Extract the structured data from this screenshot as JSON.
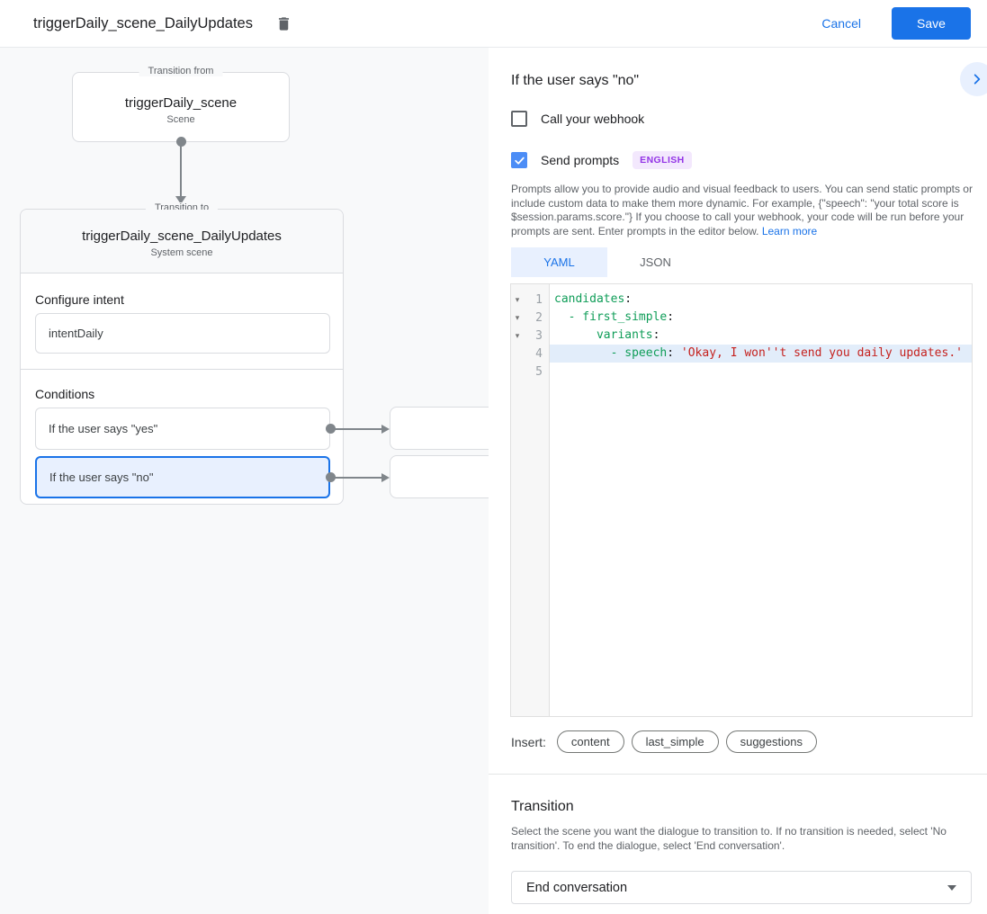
{
  "header": {
    "title": "triggerDaily_scene_DailyUpdates",
    "cancel_label": "Cancel",
    "save_label": "Save"
  },
  "canvas": {
    "from_node": {
      "legend": "Transition from",
      "title": "triggerDaily_scene",
      "subtitle": "Scene"
    },
    "to_node": {
      "legend": "Transition to",
      "title": "triggerDaily_scene_DailyUpdates",
      "subtitle": "System scene",
      "configure_intent_label": "Configure intent",
      "intent_value": "intentDaily",
      "conditions_label": "Conditions",
      "conditions": [
        {
          "label": "If the user says \"yes\"",
          "selected": false
        },
        {
          "label": "If the user says \"no\"",
          "selected": true
        }
      ]
    }
  },
  "detail": {
    "title": "If the user says \"no\"",
    "webhook": {
      "label": "Call your webhook",
      "checked": false
    },
    "prompts": {
      "label": "Send prompts",
      "checked": true,
      "badge": "ENGLISH"
    },
    "description": "Prompts allow you to provide audio and visual feedback to users. You can send static prompts or include custom data to make them more dynamic. For example, {\"speech\": \"your total score is $session.params.score.\"} If you choose to call your webhook, your code will be run before your prompts are sent. Enter prompts in the editor below. ",
    "learn_more_label": "Learn more",
    "tabs": [
      {
        "label": "YAML",
        "active": true
      },
      {
        "label": "JSON",
        "active": false
      }
    ],
    "editor": {
      "lines": [
        {
          "num": "1",
          "fold": true,
          "highlight": false,
          "segments": [
            {
              "text": "candidates",
              "color": "key"
            },
            {
              "text": ":",
              "color": "plain"
            }
          ]
        },
        {
          "num": "2",
          "fold": true,
          "highlight": false,
          "segments": [
            {
              "text": "  ",
              "color": "plain"
            },
            {
              "text": "- first_simple",
              "color": "key"
            },
            {
              "text": ":",
              "color": "plain"
            }
          ]
        },
        {
          "num": "3",
          "fold": true,
          "highlight": false,
          "segments": [
            {
              "text": "      ",
              "color": "plain"
            },
            {
              "text": "variants",
              "color": "key"
            },
            {
              "text": ":",
              "color": "plain"
            }
          ]
        },
        {
          "num": "4",
          "fold": false,
          "highlight": true,
          "segments": [
            {
              "text": "        ",
              "color": "plain"
            },
            {
              "text": "- speech",
              "color": "key"
            },
            {
              "text": ":",
              "color": "plain"
            },
            {
              "text": " ",
              "color": "plain"
            },
            {
              "text": "'Okay, I won''t send you daily updates.'",
              "color": "string"
            }
          ]
        },
        {
          "num": "5",
          "fold": false,
          "highlight": false,
          "segments": []
        }
      ]
    },
    "insert": {
      "label": "Insert:",
      "chips": [
        "content",
        "last_simple",
        "suggestions"
      ]
    }
  },
  "transition": {
    "title": "Transition",
    "description": "Select the scene you want the dialogue to transition to. If no transition is needed, select 'No transition'. To end the dialogue, select 'End conversation'.",
    "select_value": "End conversation"
  },
  "colors": {
    "accent_blue": "#1a73e8",
    "selected_bg": "#e8f0fe",
    "checkbox_checked": "#4c8df6",
    "badge_purple": "#9334e6",
    "badge_bg": "#f3e8fd",
    "code_key_green": "#0f9d58",
    "code_string_red": "#c5221f",
    "line_highlight": "#e2edfa",
    "panel_bg": "#f8f9fa"
  }
}
